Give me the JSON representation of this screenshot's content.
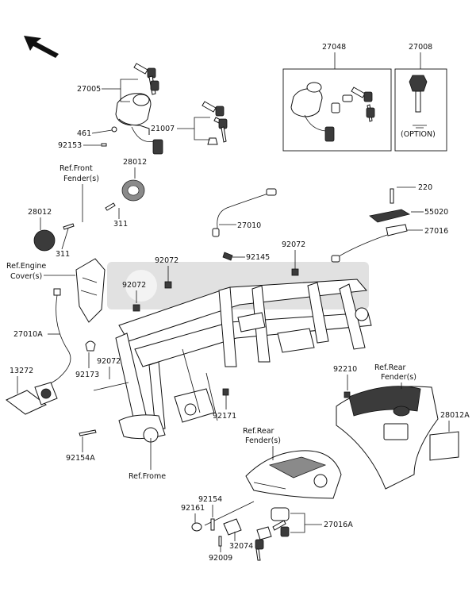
{
  "labels": {
    "p27005": "27005",
    "p461": "461",
    "p92153": "92153",
    "p21007": "21007",
    "p27048": "27048",
    "p27008": "27008",
    "option": "(OPTION)",
    "ref_front_fender_1": "Ref.Front",
    "ref_front_fender_2": "Fender(s)",
    "p28012_top": "28012",
    "p28012_left": "28012",
    "p311_a": "311",
    "p311_b": "311",
    "p27010": "27010",
    "p220": "220",
    "p55020": "55020",
    "p27016": "27016",
    "ref_engine_cover_1": "Ref.Engine",
    "ref_engine_cover_2": "Cover(s)",
    "p92072_a": "92072",
    "p92072_b": "92072",
    "p92072_c": "92072",
    "p92072_d": "92072",
    "p92145": "92145",
    "p27010A": "27010A",
    "p92173": "92173",
    "p13272": "13272",
    "p92171": "92171",
    "p92154A": "92154A",
    "ref_frame": "Ref.Frome",
    "p92210": "92210",
    "ref_rear_fender_r1": "Ref.Rear",
    "ref_rear_fender_r2": "Fender(s)",
    "p28012A": "28012A",
    "ref_rear_fender_c1": "Ref.Rear",
    "ref_rear_fender_c2": "Fender(s)",
    "p92154": "92154",
    "p92161": "92161",
    "p27016A": "27016A",
    "p32074": "32074",
    "p92009": "92009"
  },
  "icons": {
    "direction_arrow": "front-direction-arrow-icon",
    "watermark": "watermark-logo"
  }
}
